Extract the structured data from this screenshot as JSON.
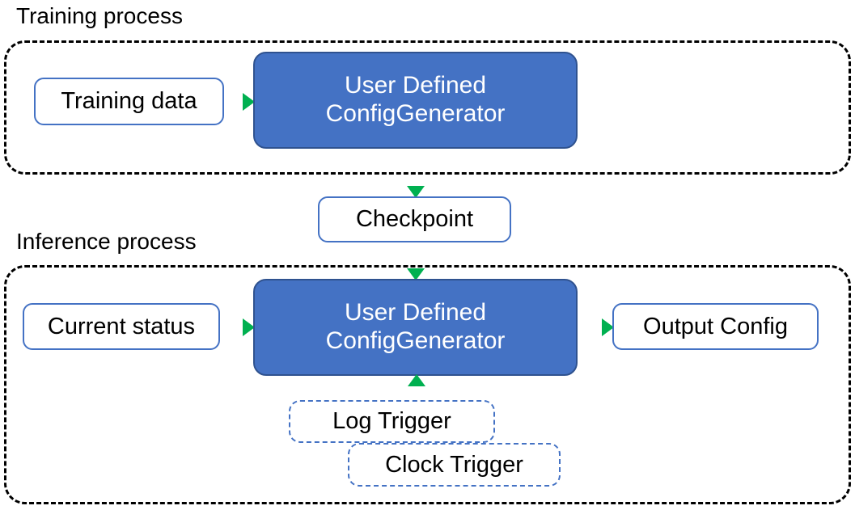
{
  "diagram": {
    "title_training": "Training process",
    "title_inference": "Inference process",
    "colors": {
      "accent_blue": "#4472C4",
      "accent_blue_dark": "#2F528F",
      "arrow_green": "#00B050",
      "outline_black": "#000000",
      "background": "#FFFFFF"
    }
  },
  "training": {
    "label": "Training process",
    "nodes": {
      "training_data": "Training data",
      "generator_line1": "User Defined",
      "generator_line2": "ConfigGenerator"
    }
  },
  "shared": {
    "checkpoint": "Checkpoint"
  },
  "inference": {
    "label": "Inference process",
    "nodes": {
      "current_status": "Current status",
      "generator_line1": "User Defined",
      "generator_line2": "ConfigGenerator",
      "output_config": "Output Config",
      "log_trigger": "Log Trigger",
      "clock_trigger": "Clock Trigger"
    }
  },
  "edges": [
    {
      "from": "Training data",
      "to": "User Defined ConfigGenerator",
      "direction": "right"
    },
    {
      "from": "User Defined ConfigGenerator",
      "to": "Checkpoint",
      "direction": "down"
    },
    {
      "from": "Checkpoint",
      "to": "User Defined ConfigGenerator",
      "direction": "down"
    },
    {
      "from": "Current status",
      "to": "User Defined ConfigGenerator",
      "direction": "right"
    },
    {
      "from": "User Defined ConfigGenerator",
      "to": "Output Config",
      "direction": "right"
    },
    {
      "from": "Log Trigger / Clock Trigger",
      "to": "User Defined ConfigGenerator",
      "direction": "up"
    }
  ]
}
